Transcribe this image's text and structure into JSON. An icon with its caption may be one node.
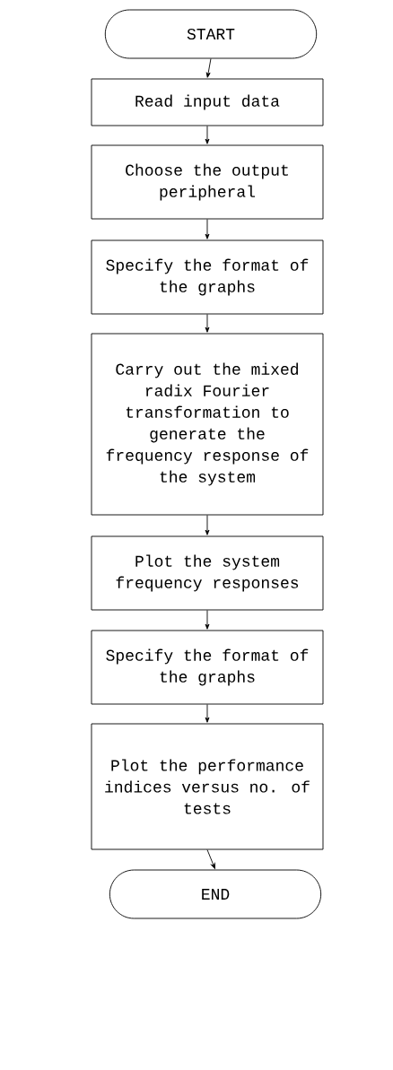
{
  "diagram": {
    "nodes": [
      {
        "text": [
          "START"
        ]
      },
      {
        "text": [
          "Read input data"
        ]
      },
      {
        "text": [
          "Choose the output peripheral"
        ]
      },
      {
        "text": [
          "Specify the format of the graphs"
        ]
      },
      {
        "text": [
          "Carry out the mixed radix Fourier transformation to generate the frequency response of the system"
        ]
      },
      {
        "text": [
          "Plot the system frequency responses"
        ]
      },
      {
        "text": [
          "Specify the format of the graphs"
        ]
      },
      {
        "text": [
          "Plot the performance indices versus no. of tests"
        ]
      },
      {
        "text": [
          "END"
        ]
      }
    ],
    "edges": [
      {
        "from": 0,
        "to": 1,
        "arrow": "to"
      },
      {
        "from": 1,
        "to": 2,
        "arrow": "to"
      },
      {
        "from": 2,
        "to": 3,
        "arrow": "to"
      },
      {
        "from": 3,
        "to": 4,
        "arrow": "to"
      },
      {
        "from": 4,
        "to": 5,
        "arrow": "to"
      },
      {
        "from": 5,
        "to": 6,
        "arrow": "to"
      },
      {
        "from": 6,
        "to": 7,
        "arrow": "to"
      },
      {
        "from": 7,
        "to": 8,
        "arrow": "to"
      }
    ]
  }
}
